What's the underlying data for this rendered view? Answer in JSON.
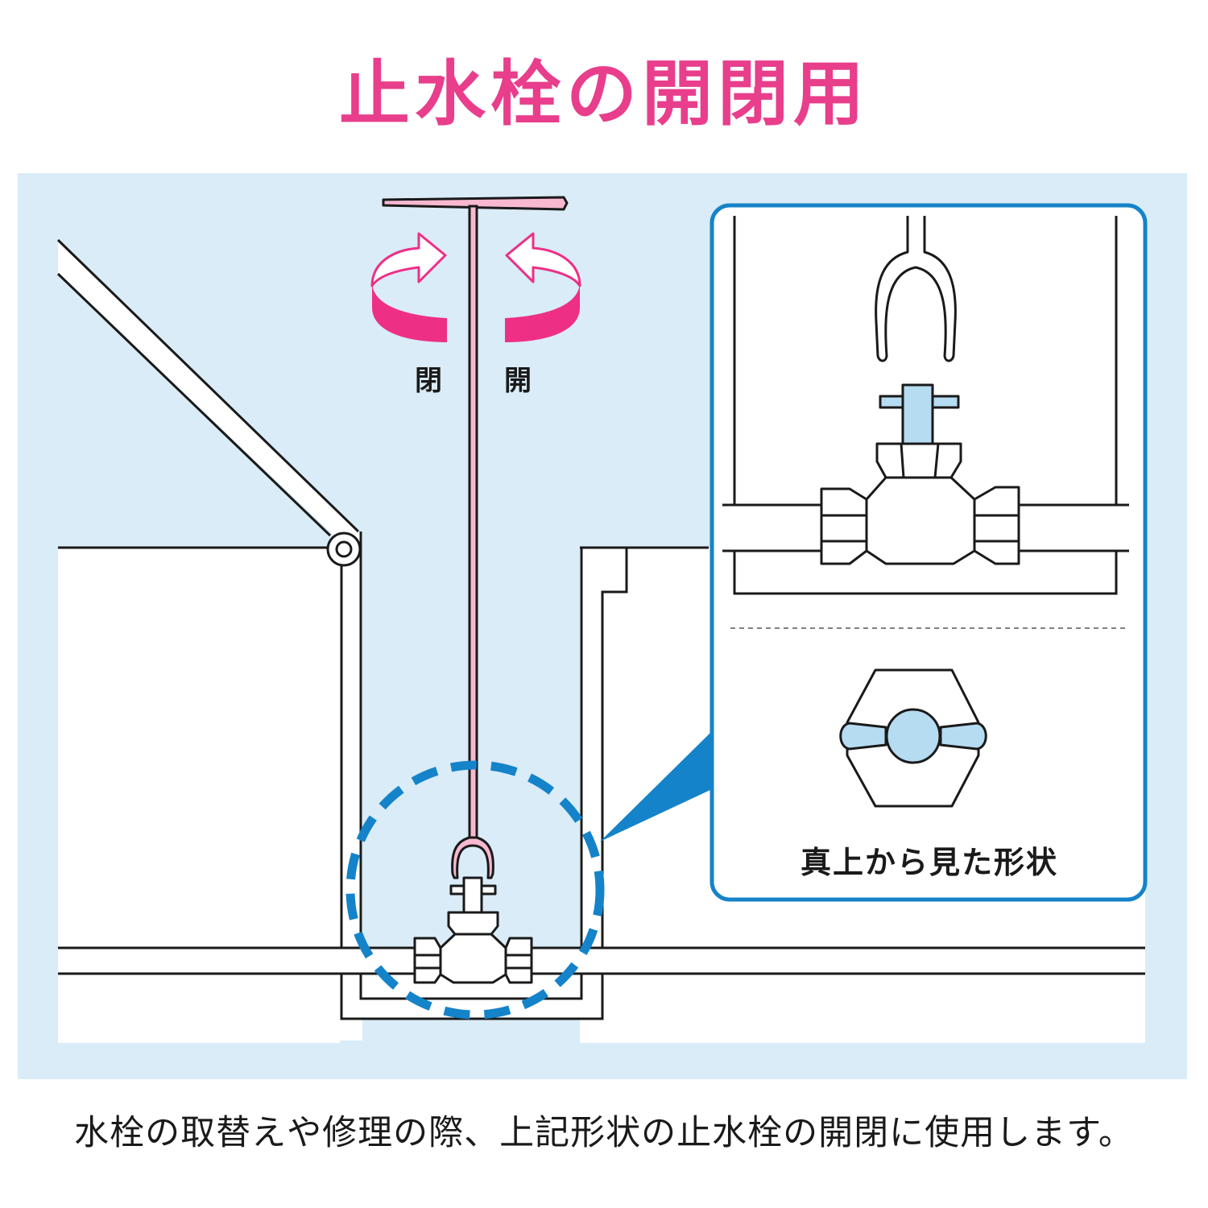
{
  "title": "止水栓の開閉用",
  "rotation": {
    "close_label": "閉",
    "open_label": "開"
  },
  "inset": {
    "top_view_label": "真上から見た形状"
  },
  "caption": "水栓の取替えや修理の際、上記形状の止水栓の開閉に使用します。",
  "colors": {
    "title_pink": "#e83e8c",
    "tool_pink": "#f7b8d0",
    "arrow_magenta": "#ee2f86",
    "panel_bg": "#d9ecf7",
    "accent_blue": "#1583c9",
    "handle_blue": "#b6dcf2",
    "line_dark": "#1a1a1a"
  }
}
